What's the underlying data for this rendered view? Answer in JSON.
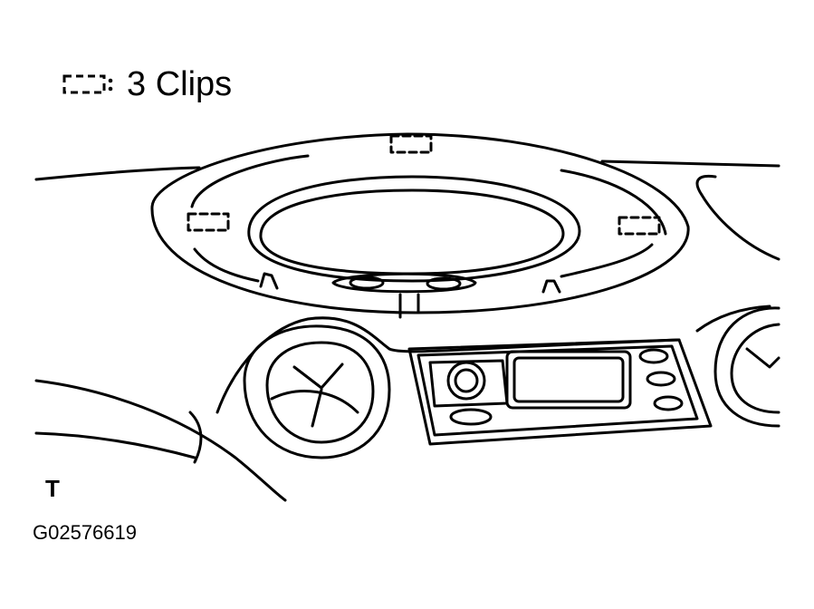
{
  "legend": {
    "symbol": "clip-symbol-icon",
    "label": "3 Clips"
  },
  "corner_mark": "T",
  "figure_code": "G02576619",
  "colors": {
    "ink": "#000000",
    "paper": "#ffffff"
  }
}
